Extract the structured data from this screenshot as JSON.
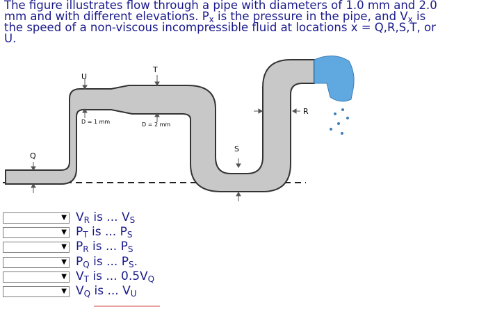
{
  "question": {
    "line1": "The figure illustrates flow through a pipe with diameters of 1.0 mm and 2.0",
    "line2a": "mm and with different elevations. P",
    "sub_x1": "x",
    "line2b": " is the pressure in the pipe, and V",
    "sub_x2": "x",
    "line2c": " is",
    "line3": "the speed of a non-viscous incompressible fluid at locations x = Q,R,S,T, or",
    "line4": "U."
  },
  "figure": {
    "label_u": "U",
    "label_t": "T",
    "label_q": "Q",
    "label_s": "S",
    "label_r": "R",
    "label_d1": "D = 1 mm",
    "label_d2": "D = 2 mm",
    "colors": {
      "pipe": "#c8c8c8",
      "water": "#5fa8e0"
    }
  },
  "statements": [
    {
      "a": "V",
      "a_sub": "R",
      "mid": " is ... ",
      "b": "V",
      "b_sub": "S",
      "tail": ""
    },
    {
      "a": "P",
      "a_sub": "T",
      "mid": " is ... ",
      "b": "P",
      "b_sub": "S",
      "tail": ""
    },
    {
      "a": "P",
      "a_sub": "R",
      "mid": " is ... ",
      "b": "P",
      "b_sub": "S",
      "tail": ""
    },
    {
      "a": "P",
      "a_sub": "Q",
      "mid": " is ... ",
      "b": "P",
      "b_sub": "S",
      "tail": "."
    },
    {
      "a": "V",
      "a_sub": "T",
      "mid": " is ... ",
      "b": "0.5V",
      "b_sub": "Q",
      "tail": ""
    },
    {
      "a": "V",
      "a_sub": "Q",
      "mid": " is ... ",
      "b": "V",
      "b_sub": "U",
      "tail": ""
    }
  ],
  "dropdown_icon": "chevron-down-icon"
}
